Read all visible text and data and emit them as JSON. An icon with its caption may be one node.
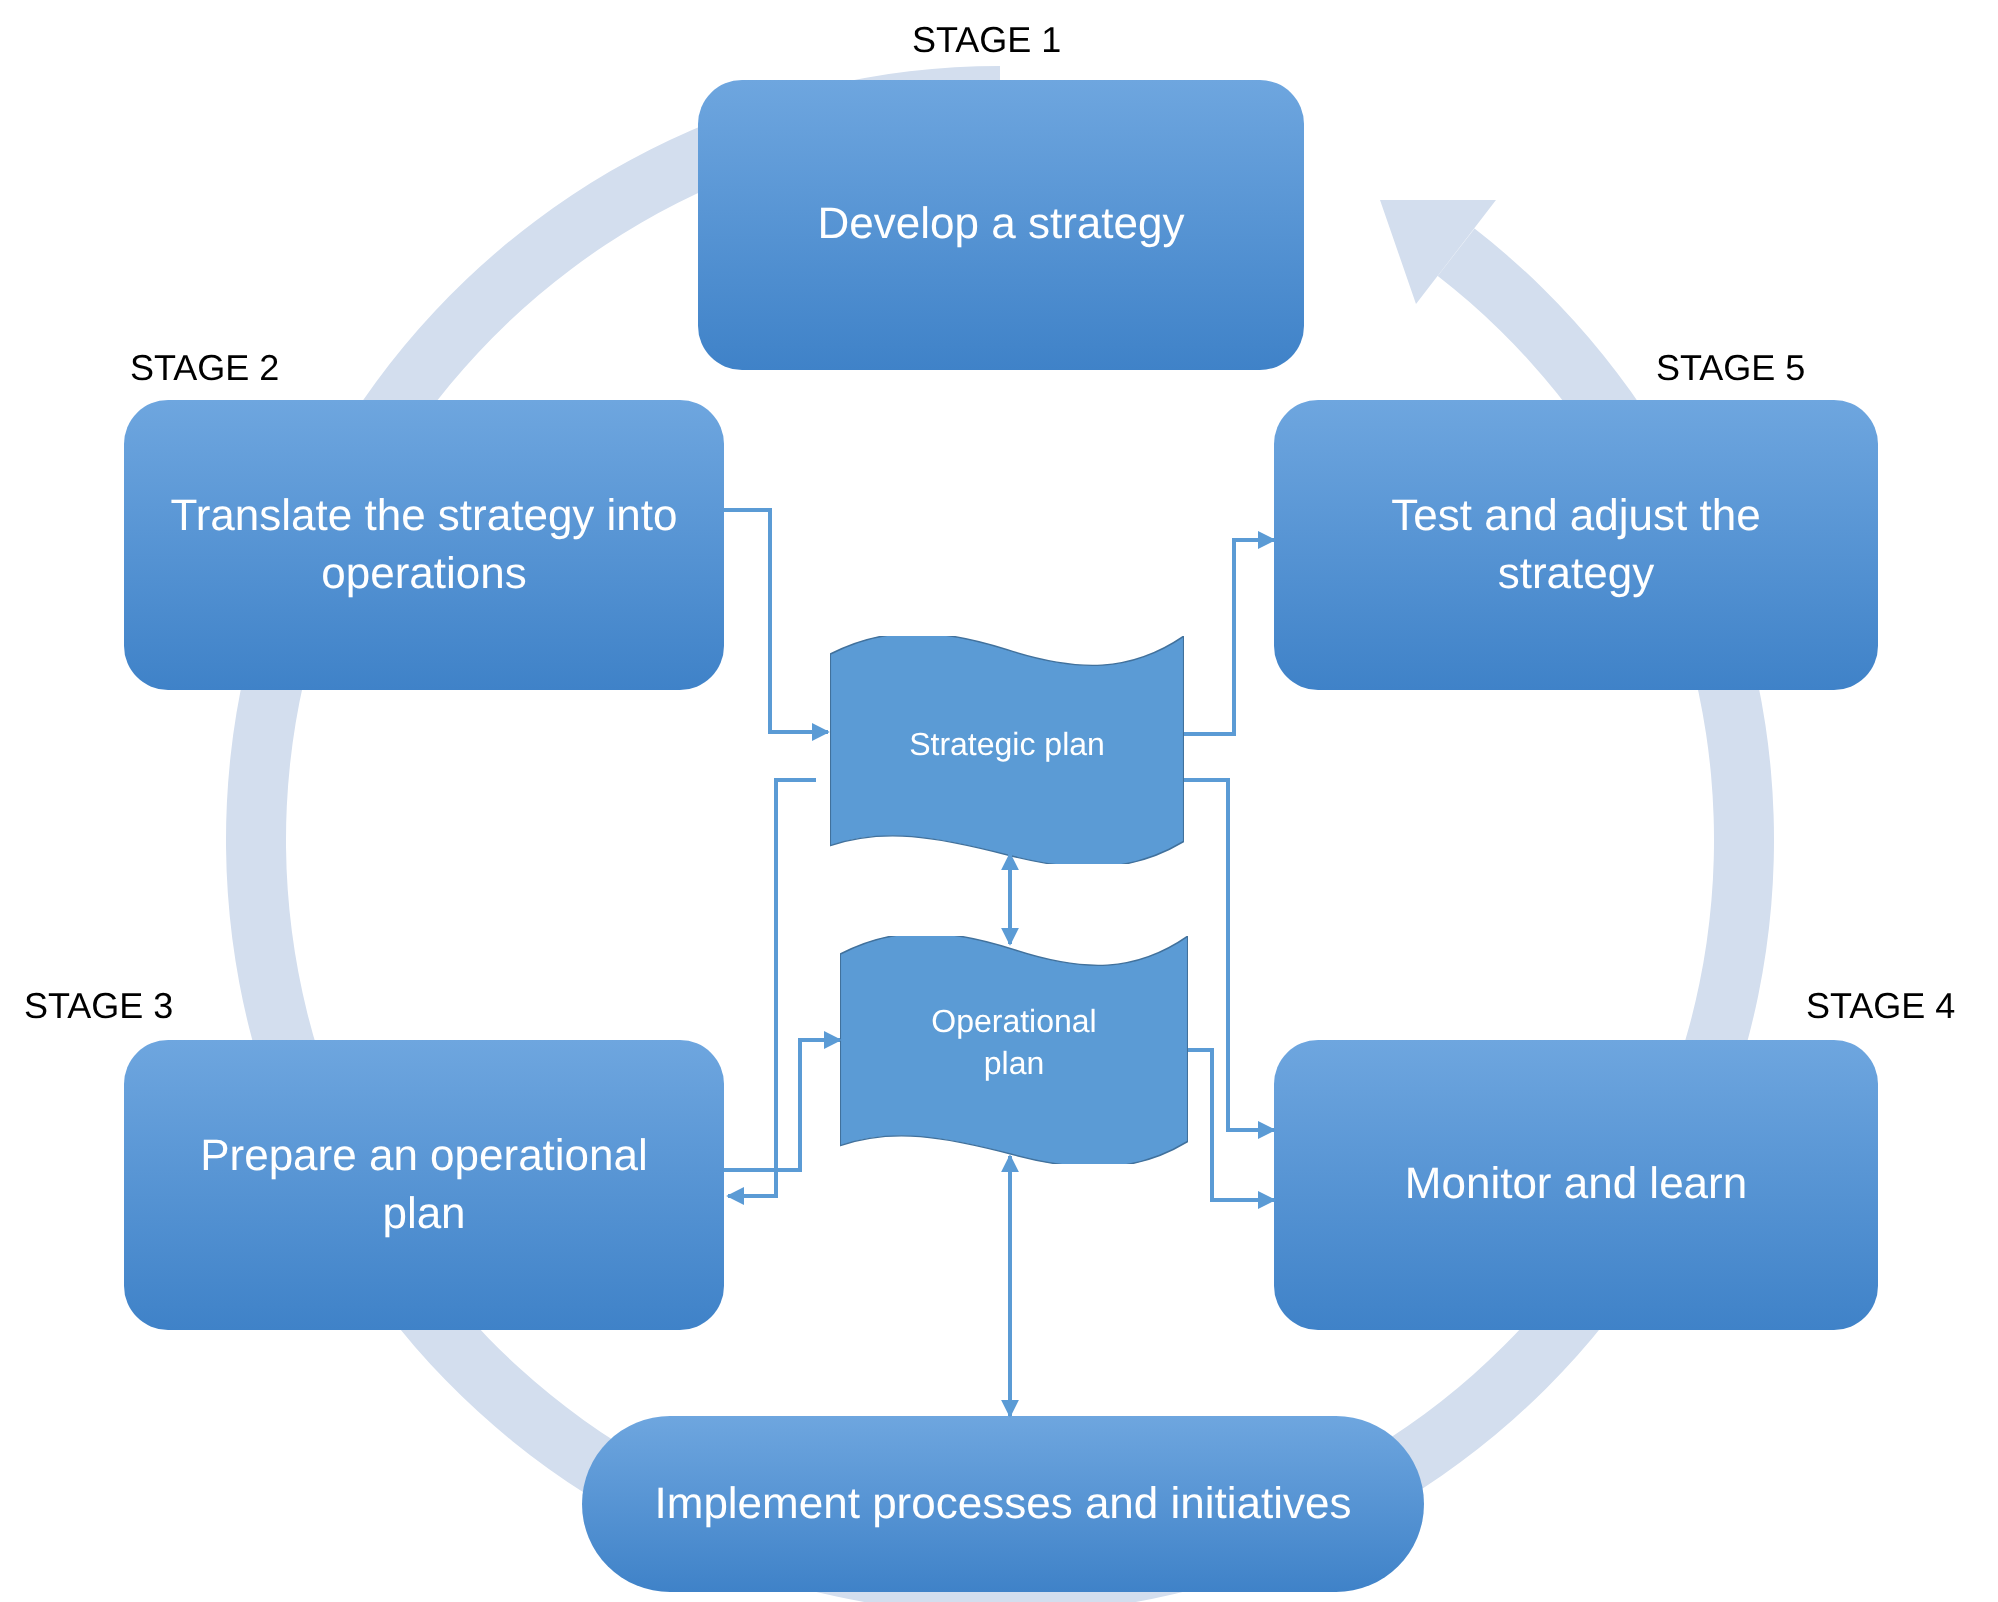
{
  "diagram": {
    "nodes": [
      {
        "text": [
          "Develop a strategy"
        ],
        "beside": [
          "STAGE 1"
        ]
      },
      {
        "text": [
          "Translate the strategy into operations"
        ],
        "beside": [
          "STAGE 2"
        ]
      },
      {
        "text": [
          "Test and adjust the strategy"
        ],
        "beside": [
          "STAGE 5"
        ]
      },
      {
        "text": [
          "Strategic plan"
        ]
      },
      {
        "text": [
          "Operational plan"
        ]
      },
      {
        "text": [
          "Prepare an operational plan"
        ],
        "beside": [
          "STAGE 3"
        ]
      },
      {
        "text": [
          "Monitor and learn"
        ],
        "beside": [
          "STAGE 4"
        ]
      },
      {
        "text": [
          "Implement processes and initiatives"
        ]
      }
    ],
    "edges": [
      {
        "from": 1,
        "to": 3,
        "arrow": "to"
      },
      {
        "from": 3,
        "to": 5,
        "arrow": "to"
      },
      {
        "from": 5,
        "to": 4,
        "arrow": "to"
      },
      {
        "from": 3,
        "to": 2,
        "arrow": "to"
      },
      {
        "from": 3,
        "to": 6,
        "arrow": "to"
      },
      {
        "from": 4,
        "to": 6,
        "arrow": "to"
      },
      {
        "from": 3,
        "to": 4,
        "arrow": "both"
      },
      {
        "from": 4,
        "to": 7,
        "arrow": "both"
      }
    ]
  }
}
